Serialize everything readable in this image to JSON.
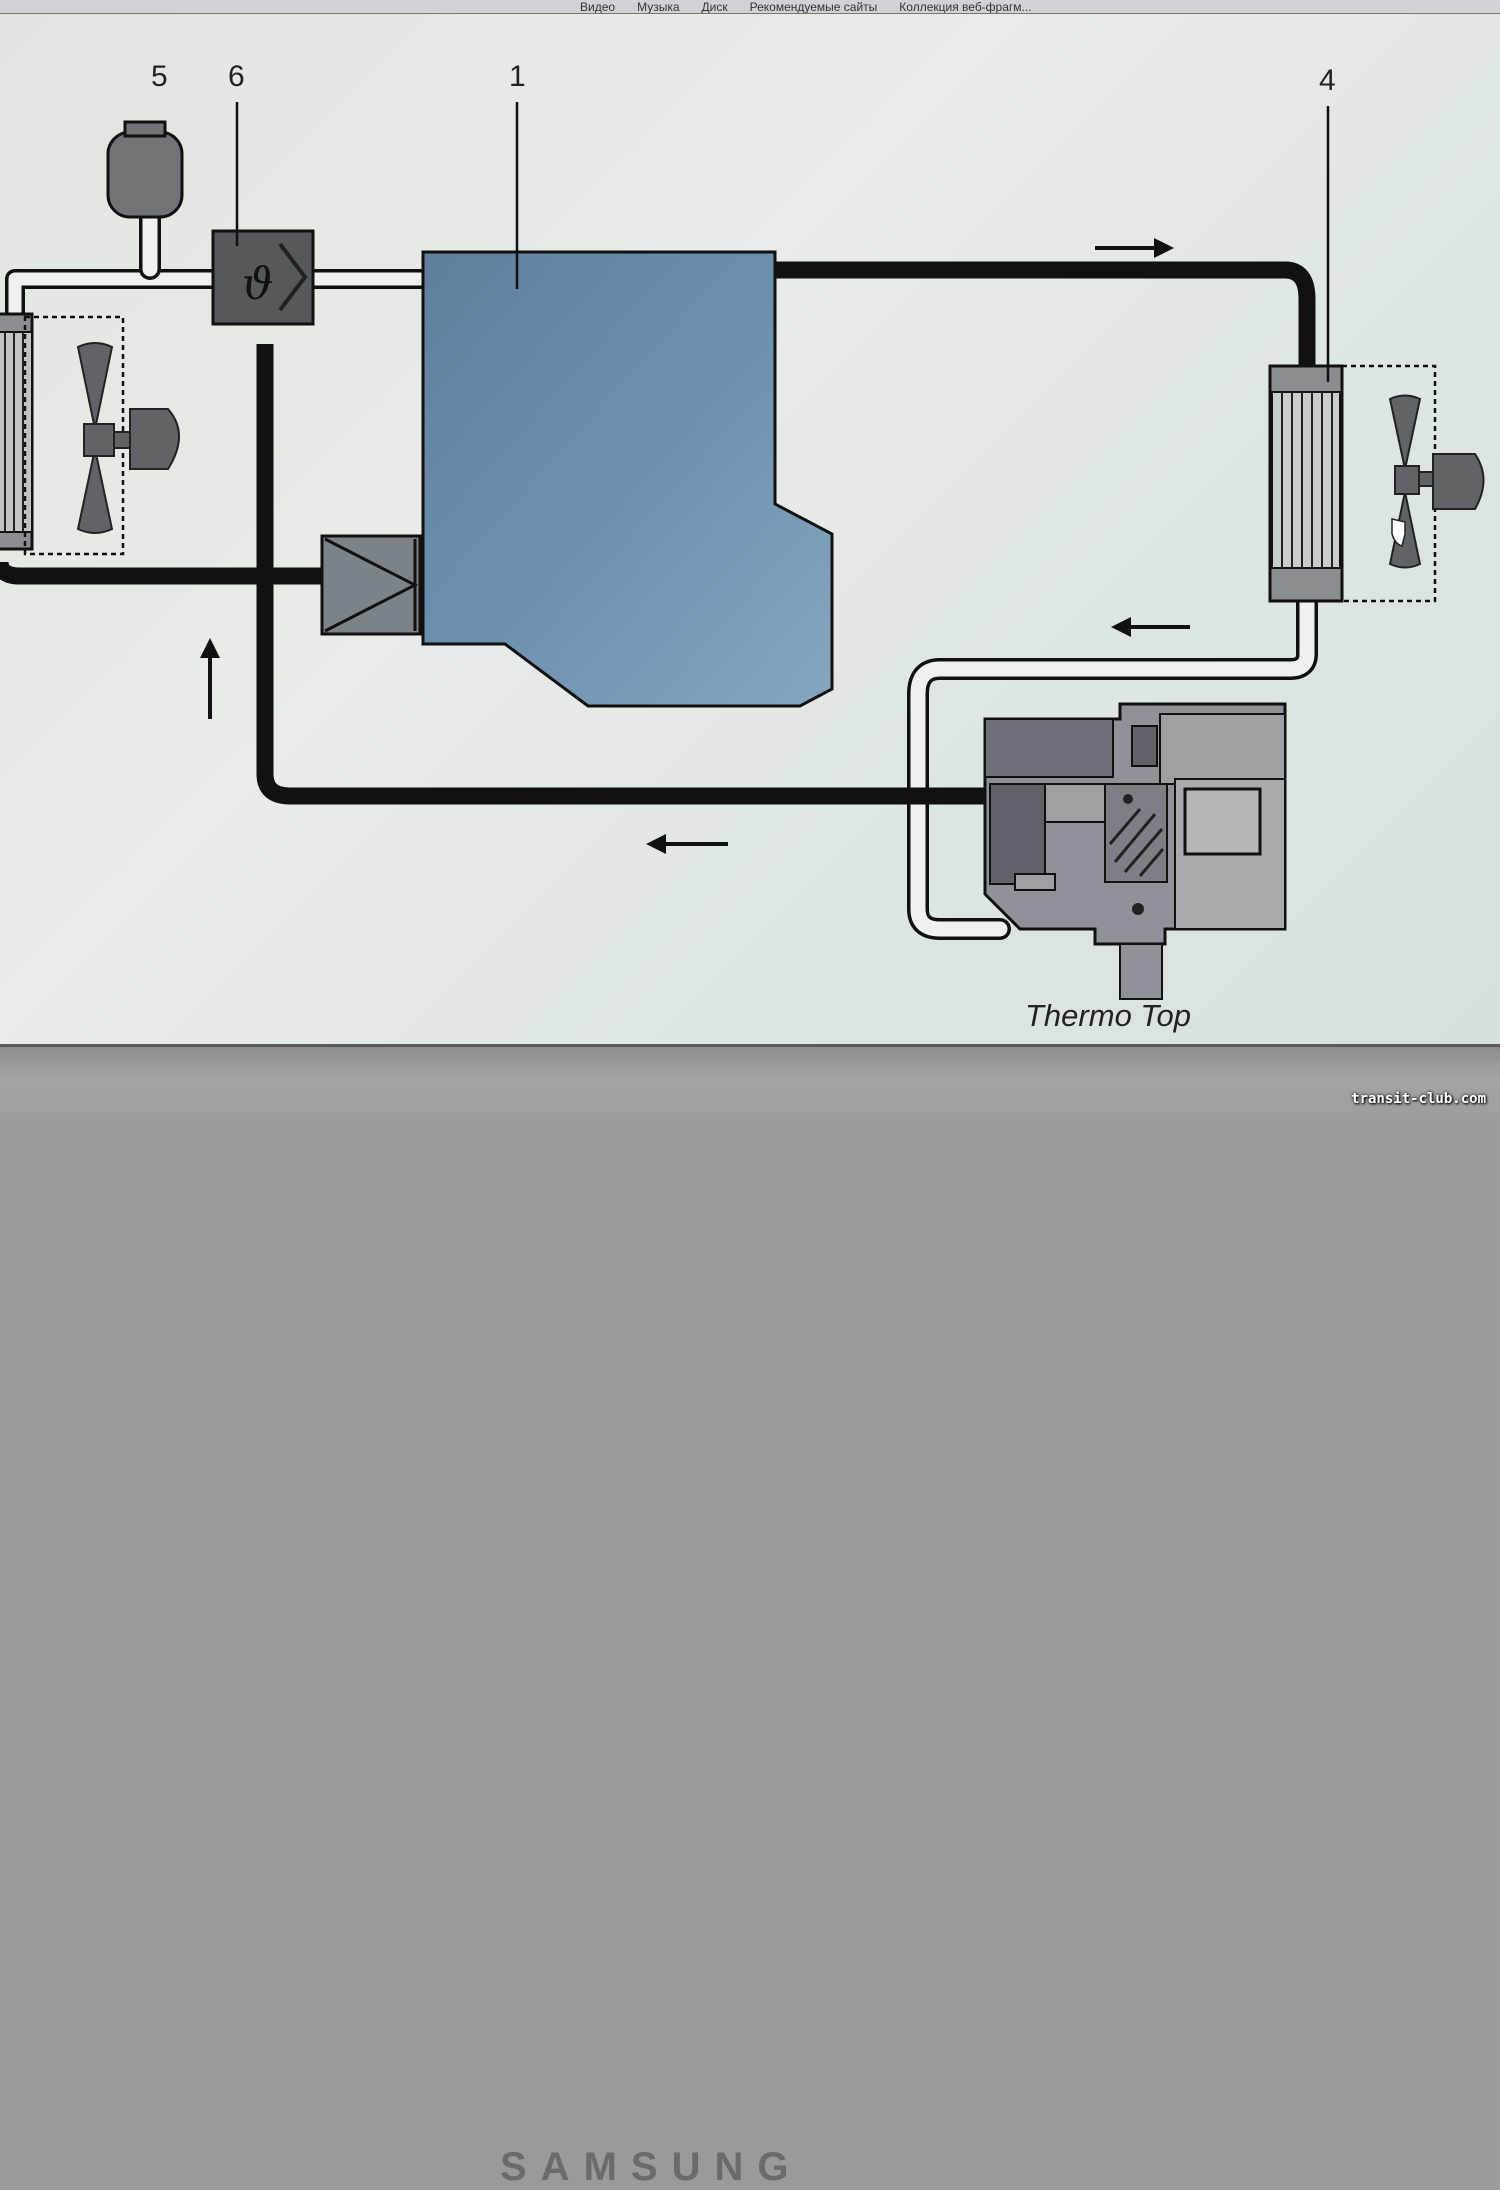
{
  "browser_bar": {
    "tabs": [
      "Видео",
      "Музыка",
      "Диск",
      "Рекомендуемые сайты",
      "Коллекция веб-фрагм..."
    ]
  },
  "diagram": {
    "component_numbers": {
      "engine": "1",
      "radiator_right": "4",
      "expansion_tank": "5",
      "thermostat": "6"
    },
    "thermostat_symbol": "ϑ",
    "heater_label": "Thermo Top"
  },
  "device": {
    "brand": "SAMSUNG"
  },
  "watermark": "transit-club.com"
}
